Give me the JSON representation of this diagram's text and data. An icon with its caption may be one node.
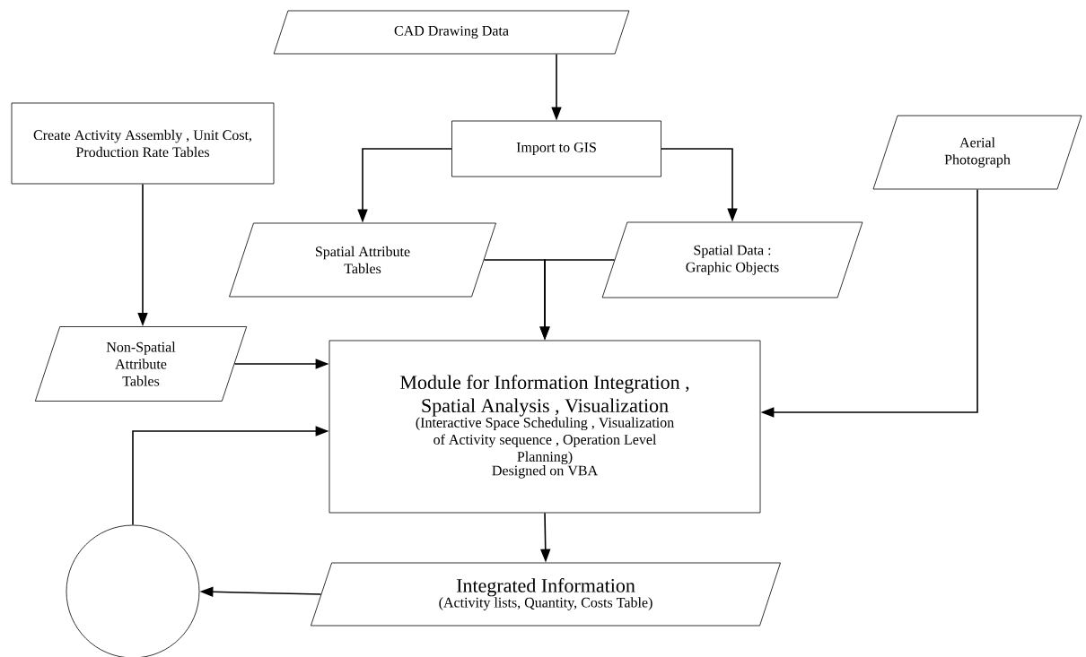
{
  "diagram": {
    "nodes": [
      {
        "text": [
          "CAD Drawing Data"
        ]
      },
      {
        "text": [
          "Import to GIS"
        ]
      },
      {
        "text": [
          "Create Activity Assembly , Unit Cost, Production Rate Tables"
        ]
      },
      {
        "text": [
          "Aerial Photograph"
        ]
      },
      {
        "text": [
          "Spatial Attribute Tables"
        ]
      },
      {
        "text": [
          "Spatial Data : Graphic Objects"
        ]
      },
      {
        "text": [
          "Non-Spatial Attribute Tables"
        ]
      },
      {
        "text": [
          "Module for Information Integration , Spatial Analysis , Visualization",
          "(Interactive Space Scheduling , Visualization of Activity sequence , Operation Level Planning)",
          "Designed on VBA"
        ]
      },
      {
        "text": [
          "Integrated Information",
          "(Activity lists, Quantity, Costs Table)"
        ]
      },
      {
        "text": [],
        "shape": "circle"
      }
    ],
    "edges": [
      {
        "from": 0,
        "to": 1,
        "arrow": "to"
      },
      {
        "from": 1,
        "to": 4,
        "arrow": "to"
      },
      {
        "from": 1,
        "to": 5,
        "arrow": "to"
      },
      {
        "from": 4,
        "to": 7,
        "arrow": "to"
      },
      {
        "from": 5,
        "to": 7,
        "arrow": "to"
      },
      {
        "from": 2,
        "to": 6,
        "arrow": "to"
      },
      {
        "from": 6,
        "to": 7,
        "arrow": "to"
      },
      {
        "from": 3,
        "to": 7,
        "arrow": "to"
      },
      {
        "from": 9,
        "to": 7,
        "arrow": "to"
      },
      {
        "from": 7,
        "to": 8,
        "arrow": "to"
      },
      {
        "from": 8,
        "to": 9,
        "arrow": "to"
      }
    ]
  }
}
